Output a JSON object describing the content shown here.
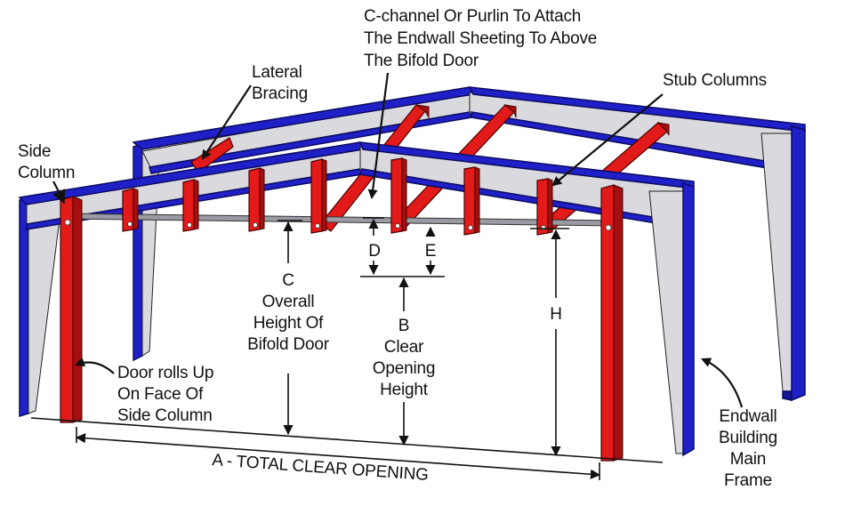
{
  "diagram": {
    "labels": {
      "c_channel": [
        "C-channel Or Purlin To Attach",
        "The Endwall Sheeting To Above",
        "The Bifold Door"
      ],
      "lateral_bracing": [
        "Lateral",
        "Bracing"
      ],
      "stub_columns": "Stub Columns",
      "side_column": [
        "Side",
        "Column"
      ],
      "door_rolls": [
        "Door rolls Up",
        "On Face Of",
        "Side Column"
      ],
      "dim_c": [
        "C",
        "Overall",
        "Height Of",
        "Bifold Door"
      ],
      "dim_d": "D",
      "dim_e": "E",
      "dim_b": [
        "B",
        "Clear",
        "Opening",
        "Height"
      ],
      "dim_h": "H",
      "total_clear_opening": "A - TOTAL CLEAR OPENING",
      "endwall_frame": [
        "Endwall",
        "Building",
        "Main",
        "Frame"
      ]
    },
    "colors": {
      "frame": "#2020c8",
      "stub_columns": "#e31a1a",
      "web": "#d9d9de",
      "beam": "#9a9aa2"
    }
  }
}
